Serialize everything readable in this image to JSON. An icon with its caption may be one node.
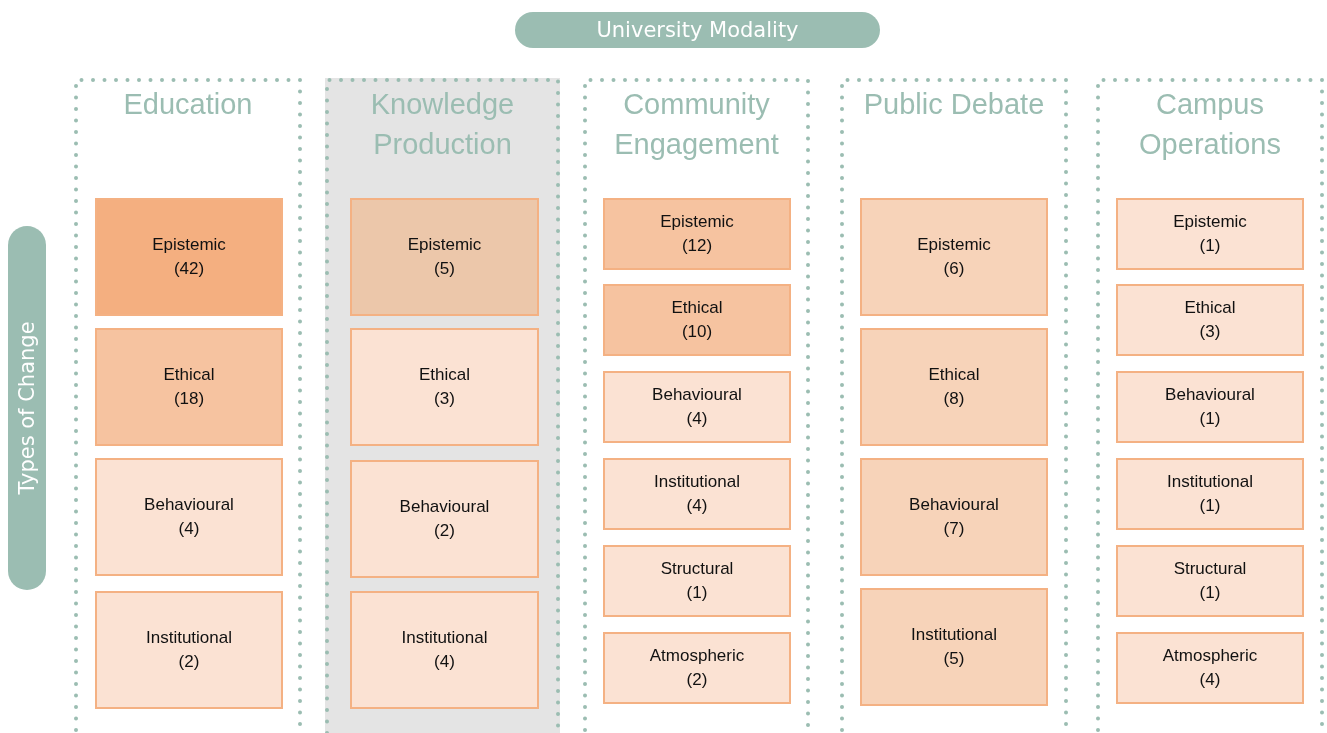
{
  "diagram": {
    "nodes": [
      {
        "text": [
          "University Modality"
        ]
      },
      {
        "text": [
          "Types of Change"
        ]
      },
      {
        "text": [
          "Education"
        ]
      },
      {
        "text": [
          "Epistemic",
          "(42)"
        ],
        "in": 2
      },
      {
        "text": [
          "Ethical",
          "(18)"
        ],
        "in": 2
      },
      {
        "text": [
          "Behavioural",
          "(4)"
        ],
        "in": 2
      },
      {
        "text": [
          "Institutional",
          "(2)"
        ],
        "in": 2
      },
      {
        "text": [
          "Knowledge Production"
        ]
      },
      {
        "text": [
          "Epistemic",
          "(5)"
        ],
        "in": 7
      },
      {
        "text": [
          "Ethical",
          "(3)"
        ],
        "in": 7
      },
      {
        "text": [
          "Behavioural",
          "(2)"
        ],
        "in": 7
      },
      {
        "text": [
          "Institutional",
          "(4)"
        ],
        "in": 7
      },
      {
        "text": [
          "Community Engagement"
        ]
      },
      {
        "text": [
          "Epistemic",
          "(12)"
        ],
        "in": 12
      },
      {
        "text": [
          "Ethical",
          "(10)"
        ],
        "in": 12
      },
      {
        "text": [
          "Behavioural",
          "(4)"
        ],
        "in": 12
      },
      {
        "text": [
          "Institutional",
          "(4)"
        ],
        "in": 12
      },
      {
        "text": [
          "Structural",
          "(1)"
        ],
        "in": 12
      },
      {
        "text": [
          "Atmospheric",
          "(2)"
        ],
        "in": 12
      },
      {
        "text": [
          "Public Debate"
        ]
      },
      {
        "text": [
          "Epistemic",
          "(6)"
        ],
        "in": 19
      },
      {
        "text": [
          "Ethical",
          "(8)"
        ],
        "in": 19
      },
      {
        "text": [
          "Behavioural",
          "(7)"
        ],
        "in": 19
      },
      {
        "text": [
          "Institutional",
          "(5)"
        ],
        "in": 19
      },
      {
        "text": [
          "Campus Operations"
        ]
      },
      {
        "text": [
          "Epistemic",
          "(1)"
        ],
        "in": 24
      },
      {
        "text": [
          "Ethical",
          "(3)"
        ],
        "in": 24
      },
      {
        "text": [
          "Behavioural",
          "(1)"
        ],
        "in": 24
      },
      {
        "text": [
          "Institutional",
          "(1)"
        ],
        "in": 24
      },
      {
        "text": [
          "Structural",
          "(1)"
        ],
        "in": 24
      },
      {
        "text": [
          "Atmospheric",
          "(4)"
        ],
        "in": 24
      }
    ]
  }
}
